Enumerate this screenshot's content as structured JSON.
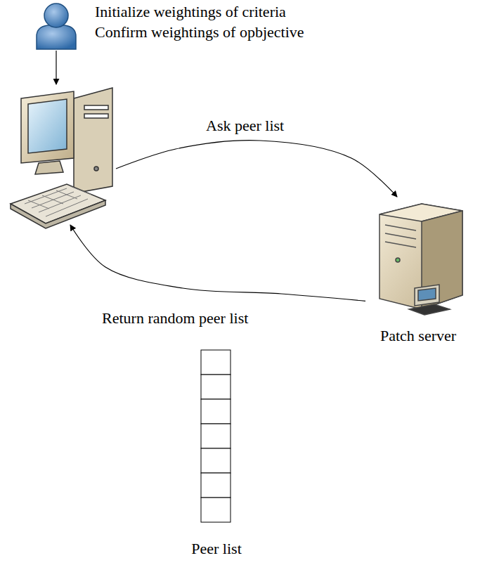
{
  "diagram": {
    "nodes": [
      {
        "text": [
          "Initialize weightings of criteria",
          "Confirm weightings of opbjective"
        ]
      },
      {
        "text": []
      },
      {
        "text": [
          "Patch server"
        ]
      },
      {
        "text": [
          "Peer list"
        ]
      }
    ],
    "edges": [
      {
        "from": 0,
        "to": 1,
        "arrow": "to"
      },
      {
        "from": 1,
        "to": 2,
        "label": "Ask peer list",
        "arrow": "to"
      },
      {
        "from": 2,
        "to": 1,
        "label": "Return random peer list",
        "arrow": "to"
      }
    ]
  }
}
